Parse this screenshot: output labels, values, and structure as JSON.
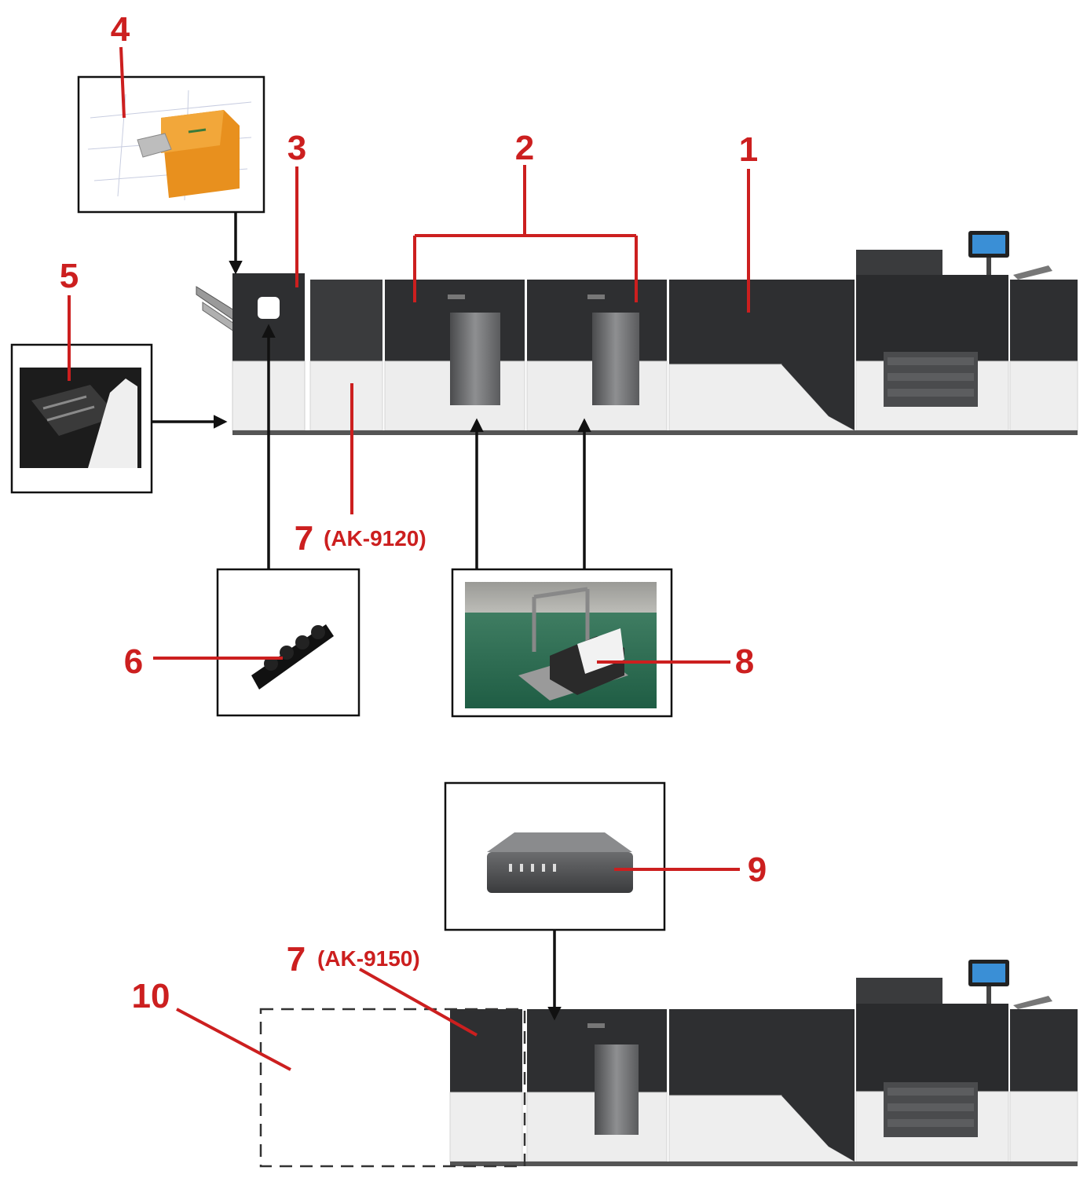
{
  "callouts": {
    "c1": "1",
    "c2": "2",
    "c3": "3",
    "c4": "4",
    "c5": "5",
    "c6": "6",
    "c7a": "7",
    "c7a_model": "(AK-9120)",
    "c8": "8",
    "c9": "9",
    "c7b": "7",
    "c7b_model": "(AK-9150)",
    "c10": "10"
  },
  "colors": {
    "callout_red": "#cc1f1f",
    "machine_dark": "#2e2f31",
    "machine_light": "#eeeeee",
    "arrow": "#111111"
  },
  "icons": {
    "inset_4": "stacker-device-orange",
    "inset_5": "paper-tray-photo",
    "inset_6": "roller-assembly",
    "inset_8": "stacker-cart-photo",
    "inset_9": "control-box-device"
  }
}
